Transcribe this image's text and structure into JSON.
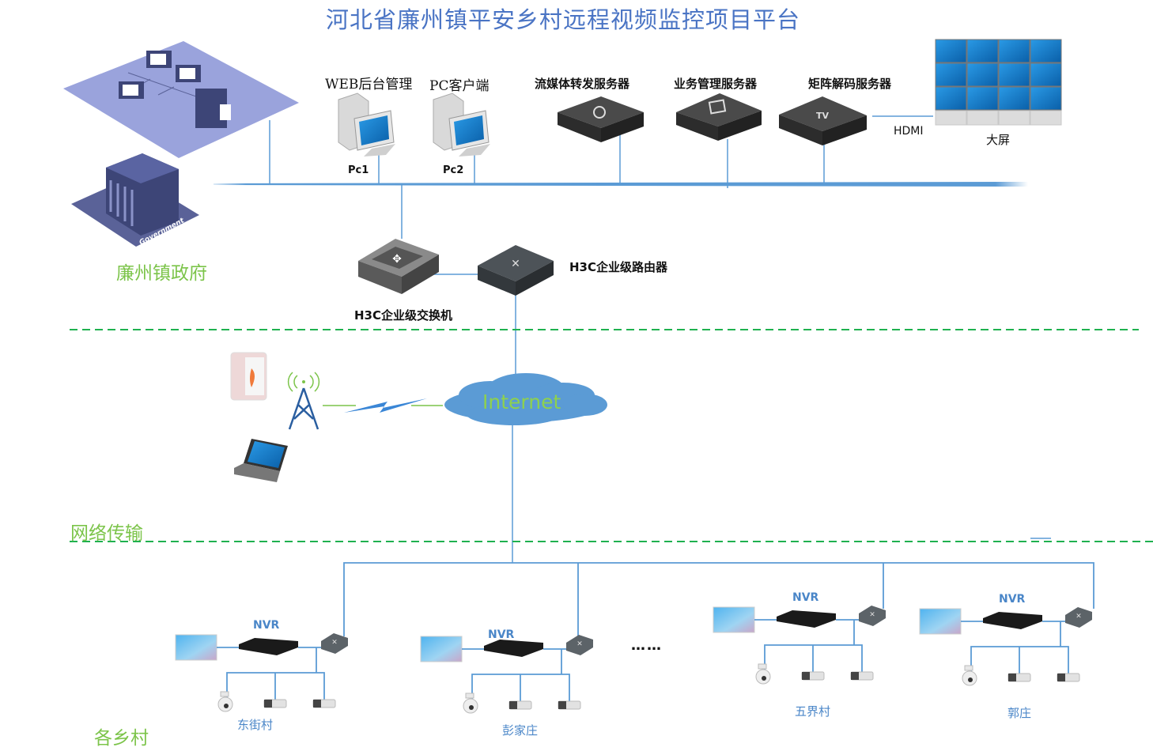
{
  "title": "河北省廉州镇平安乡村远程视频监控项目平台",
  "zones": {
    "government": "廉州镇政府",
    "network": "网络传输",
    "villages": "各乡村"
  },
  "top_devices": {
    "web_admin": "WEB后台管理",
    "pc_client": "PC客户端",
    "pc1": "Pc1",
    "pc2": "Pc2",
    "stream_server": "流媒体转发服务器",
    "business_server": "业务管理服务器",
    "decoder_server": "矩阵解码服务器",
    "hdmi": "HDMI",
    "big_screen": "大屏",
    "government_badge": "Government"
  },
  "core": {
    "switch": "H3C企业级交换机",
    "router": "H3C企业级路由器",
    "internet": "Internet"
  },
  "villages": [
    {
      "name": "东街村",
      "nvr": "NVR",
      "cameras": [
        "dome",
        "bullet",
        "bullet"
      ]
    },
    {
      "name": "彭家庄",
      "nvr": "NVR",
      "cameras": [
        "dome",
        "bullet",
        "bullet"
      ]
    },
    {
      "name": "五界村",
      "nvr": "NVR",
      "cameras": [
        "dome",
        "bullet",
        "bullet"
      ]
    },
    {
      "name": "郭庄",
      "nvr": "NVR",
      "cameras": [
        "dome",
        "bullet",
        "bullet"
      ]
    }
  ],
  "ellipsis": "……",
  "colors": {
    "title": "#4a74c4",
    "zone_label": "#7cc44a",
    "link_line": "#5b9bd5",
    "dashed_divider": "#1fb14f",
    "village_label": "#4a86c8",
    "internet_text": "#8ed14e"
  }
}
